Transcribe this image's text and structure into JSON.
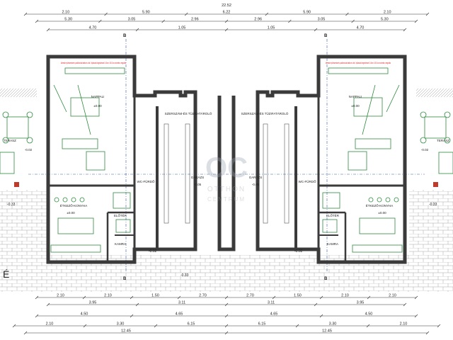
{
  "dims_top_row1": [
    "2.10",
    "5.90",
    "6.22",
    "5.90",
    "2.10"
  ],
  "dims_top_row1_total": "22.52",
  "dims_top_row2": [
    "5.30",
    "3.05",
    "2.96",
    "2.96",
    "3.05",
    "5.30"
  ],
  "dims_top_row3": [
    "4.70",
    "1.05",
    "1.05",
    "4.70"
  ],
  "left_unit": {
    "living": {
      "name": "NAPPALI",
      "level": "±0.00"
    },
    "kitchen": {
      "name": "ÉTKEZŐ-KONYHA",
      "level": "±0.00"
    },
    "terrace": {
      "name": "TERASZ",
      "level": "-0.02"
    },
    "bath": {
      "name": "WC-FÜRDŐ"
    },
    "hall": {
      "name": "ELŐTÉR"
    },
    "pantry": {
      "name": "KAMRA"
    },
    "workshop": {
      "name": "SZERSZÁM-ÉS TÜZIFATÁROLÓ"
    },
    "garage": {
      "name": "GARÁZS",
      "level": "-0.05"
    },
    "note": "Alternatív épületszerkezet a padlóburkolat alatta és a fali - Nyílászáró kiegészítéssel 10.0cm x 100.0 cm-es kerítés a megoldás"
  },
  "right_unit": {
    "living": {
      "name": "NAPPALI",
      "level": "±0.00"
    },
    "kitchen": {
      "name": "ÉTKEZŐ-KONYHA",
      "level": "±0.00"
    },
    "terrace": {
      "name": "TERASZ",
      "level": "-0.02"
    },
    "bath": {
      "name": "WC-FÜRDŐ"
    },
    "hall": {
      "name": "ELŐTÉR"
    },
    "pantry": {
      "name": "KAMRA"
    },
    "workshop": {
      "name": "SZERSZÁM-ÉS TÜZIFATÁROLÓ"
    },
    "garage": {
      "name": "GARÁZS",
      "level": "-0.05"
    },
    "note": "Alternatív épületszerkezet a padlóburkolat alatta és a fali - Nyílászáró kiegészítéssel 10.0cm x 100.0 cm-es kerítés a megoldás"
  },
  "levels": {
    "left_outer": "-0.33",
    "right_outer": "-0.33",
    "left_entry": "-0.02",
    "right_entry": "-0.02",
    "center": "-0.33"
  },
  "section_marks": [
    "B",
    "B",
    "B",
    "B"
  ],
  "dims_bottom_row1": [
    "2.10",
    "2.10",
    "1.50",
    "2.70",
    "2.70",
    "1.50",
    "2.10",
    "2.10"
  ],
  "dims_bottom_row2": [
    "3.95",
    "3.11",
    "3.11",
    "3.95"
  ],
  "dims_bottom_row3": [
    "4.50",
    "4.65",
    "4.65",
    "4.50"
  ],
  "dims_bottom_row4": [
    "12.45",
    "12.45"
  ],
  "dims_bottom_small": [
    "2.10",
    "3.30",
    "6.15",
    "6.15",
    "3.30",
    "2.10"
  ],
  "watermark": {
    "mark": "OC",
    "line1": "OTTHON",
    "line2": "CENTRUM"
  },
  "edge_letter": "É",
  "colors": {
    "wall": "#3a3a3a",
    "dim": "#333333",
    "fixture": "#2e8b3e",
    "note": "#d42020",
    "grid": "#3d5aa8",
    "paving": "#9a9a9a"
  }
}
